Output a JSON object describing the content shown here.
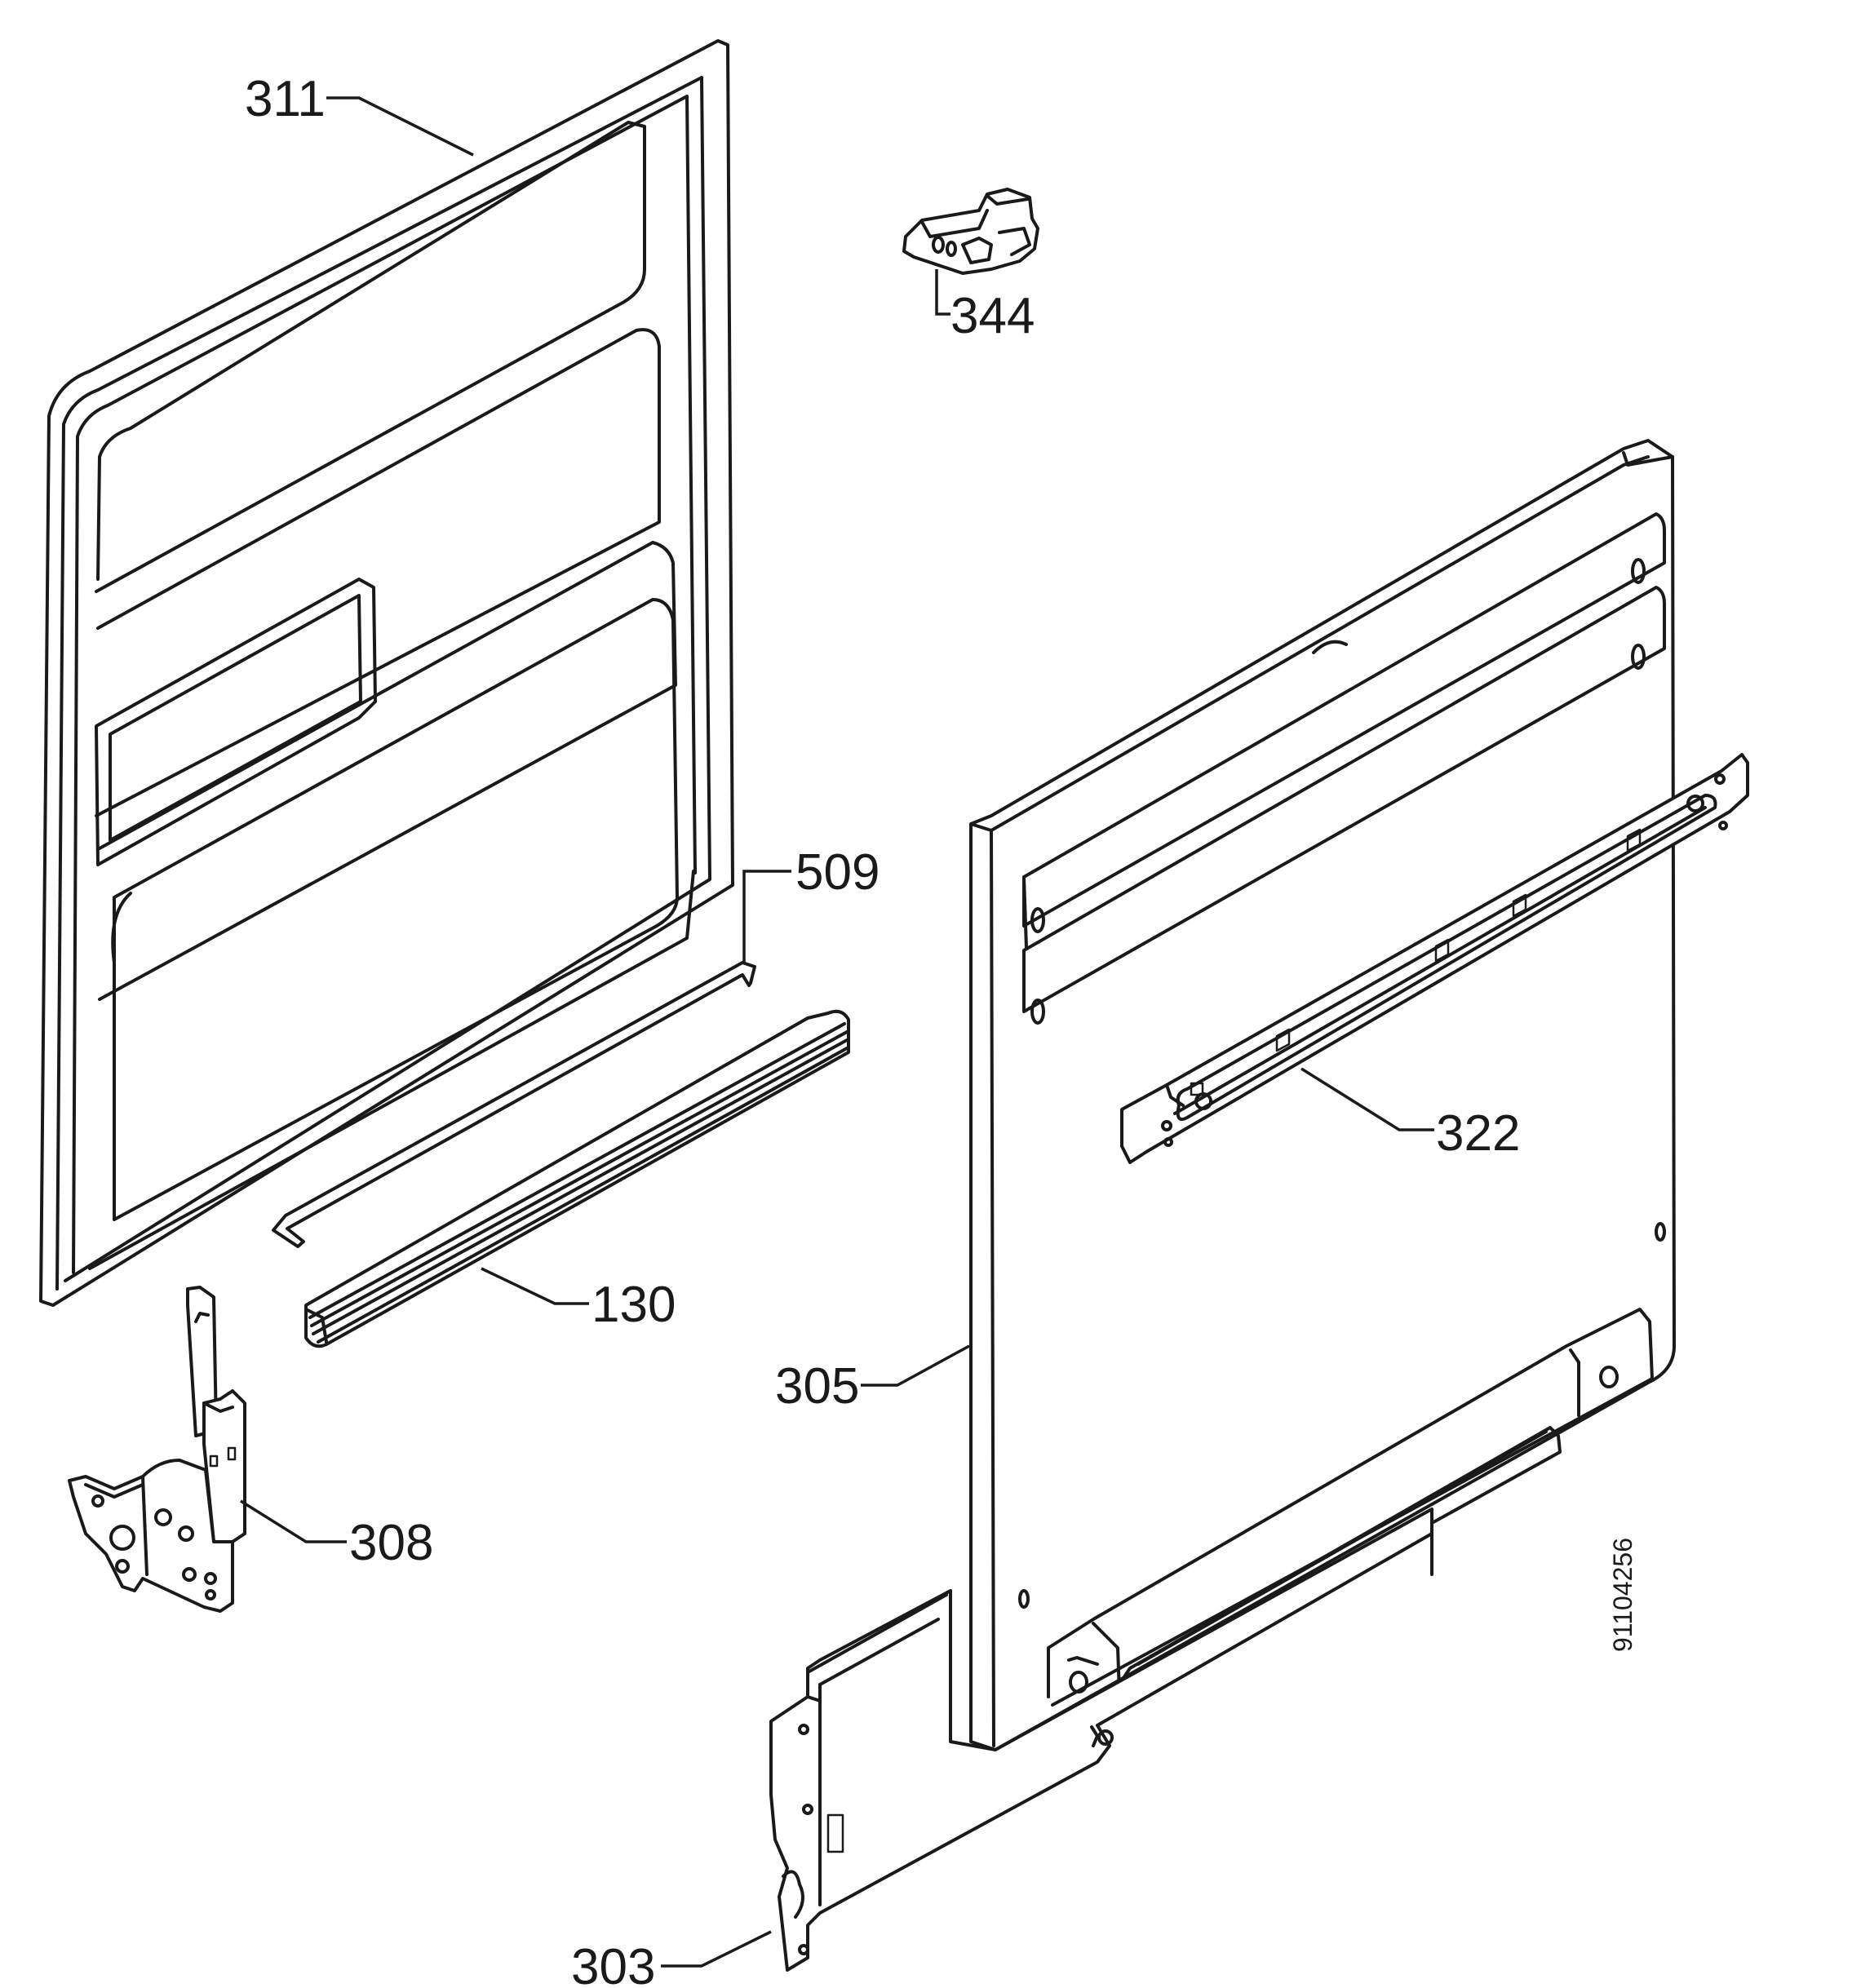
{
  "drawing_number": "91104256",
  "parts": [
    {
      "id": "p311",
      "label": "311"
    },
    {
      "id": "p344",
      "label": "344"
    },
    {
      "id": "p509",
      "label": "509"
    },
    {
      "id": "p322",
      "label": "322"
    },
    {
      "id": "p130",
      "label": "130"
    },
    {
      "id": "p305",
      "label": "305"
    },
    {
      "id": "p308",
      "label": "308"
    },
    {
      "id": "p303",
      "label": "303"
    }
  ],
  "colors": {
    "line": "#1a1a1a",
    "background": "#ffffff"
  }
}
